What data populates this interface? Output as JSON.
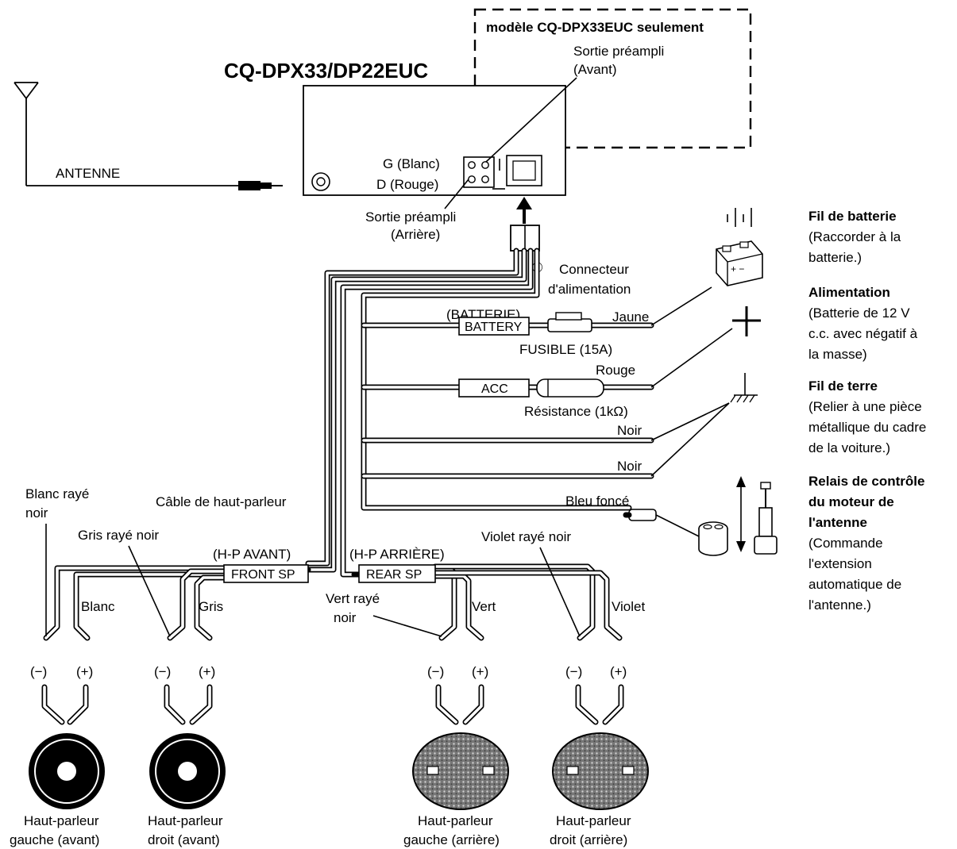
{
  "model": {
    "title": "CQ-DPX33/DP22EUC",
    "optional_note": "modèle CQ-DPX33EUC seulement"
  },
  "unit": {
    "preamp_front": [
      "Sortie préampli",
      "(Avant)"
    ],
    "preamp_rear": [
      "Sortie préampli",
      "(Arrière)"
    ],
    "left_label": "G (Blanc)",
    "right_label": "D (Rouge)"
  },
  "antenna": {
    "label": "ANTENNE"
  },
  "power_connector": {
    "number": "⑥",
    "label": [
      "Connecteur",
      "d'alimentation"
    ]
  },
  "wires": {
    "battery_tag": "(BATTERIE)",
    "battery_box": "BATTERY",
    "battery_color": "Jaune",
    "fuse": "FUSIBLE (15A)",
    "acc_color": "Rouge",
    "acc_box": "ACC",
    "resistor": "Résistance (1kΩ)",
    "ground1": "Noir",
    "ground2": "Noir",
    "antenna_relay": "Bleu foncé"
  },
  "right_notes": [
    {
      "title": [
        "Fil de batterie"
      ],
      "body": [
        "(Raccorder à la",
        "batterie.)"
      ]
    },
    {
      "title": [
        "Alimentation"
      ],
      "body": [
        "(Batterie de 12 V",
        "c.c. avec négatif à",
        "la masse)"
      ]
    },
    {
      "title": [
        "Fil de terre"
      ],
      "body": [
        "(Relier à une pièce",
        "métallique du cadre",
        "de la voiture.)"
      ]
    },
    {
      "title": [
        "Relais de contrôle",
        "du moteur de",
        "l'antenne"
      ],
      "body": [
        "(Commande",
        "l'extension",
        "automatique de",
        "l'antenne.)"
      ]
    }
  ],
  "speaker_cable": {
    "label": "Câble de haut-parleur",
    "front_tag": "(H-P AVANT)",
    "front_box": "FRONT SP",
    "rear_tag": "(H-P ARRIÈRE)",
    "rear_box": "REAR SP"
  },
  "speaker_wires": {
    "white_stripe": [
      "Blanc rayé",
      "noir"
    ],
    "white": "Blanc",
    "gray_stripe": "Gris rayé noir",
    "gray": "Gris",
    "green_stripe": [
      "Vert rayé",
      "noir"
    ],
    "green": "Vert",
    "violet_stripe": "Violet rayé noir",
    "violet": "Violet"
  },
  "polarity": {
    "neg": "(−)",
    "neg_alt": "(−)",
    "pos": "(+)"
  },
  "speakers": [
    {
      "line1": "Haut-parleur",
      "line2": "gauche (avant)"
    },
    {
      "line1": "Haut-parleur",
      "line2": "droit (avant)"
    },
    {
      "line1": "Haut-parleur",
      "line2": "gauche (arrière)"
    },
    {
      "line1": "Haut-parleur",
      "line2": "droit (arrière)"
    }
  ]
}
